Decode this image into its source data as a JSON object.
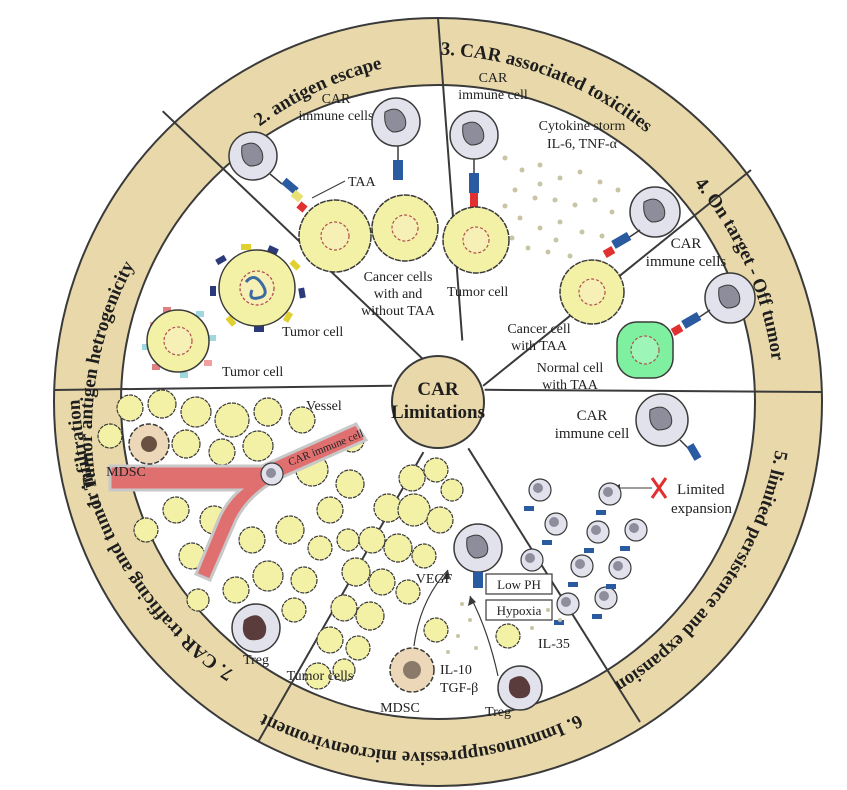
{
  "center": {
    "line1": "CAR",
    "line2": "Limitations"
  },
  "sections": [
    {
      "title": "1. Tumor antigen hetrogenicity"
    },
    {
      "title": "2. antigen escape"
    },
    {
      "title": "3. CAR associated toxicities"
    },
    {
      "title": "4. On target - Off tumor"
    },
    {
      "title": "5. limited persistence and expansion"
    },
    {
      "title": "6. Immunosuppressive microenviroment"
    },
    {
      "title": "7. CAR trafficing and tumor infiltration"
    }
  ],
  "labels": {
    "s1_tumor_cell_a": "Tumor cell",
    "s1_tumor_cell_b": "Tumor cell",
    "s2_car_line1": "CAR",
    "s2_car_line2": "immune cells",
    "s2_taa": "TAA",
    "s2_cancer_line1": "Cancer cells",
    "s2_cancer_line2": "with and",
    "s2_cancer_line3": "without TAA",
    "s3_car_line1": "CAR",
    "s3_car_line2": "immune cell",
    "s3_storm_line1": "Cytokine storm",
    "s3_storm_line2": "IL-6, TNF-α",
    "s3_tumor_cell": "Tumor cell",
    "s4_car_line1": "CAR",
    "s4_car_line2": "immune cells",
    "s4_cancer_line1": "Cancer cell",
    "s4_cancer_line2": "with TAA",
    "s4_normal_line1": "Normal cell",
    "s4_normal_line2": "with TAA",
    "s5_car_line1": "CAR",
    "s5_car_line2": "immune cell",
    "s5_limited_line1": "Limited",
    "s5_limited_line2": "expansion",
    "s6_vegf": "VEGF",
    "s6_low_ph": "Low PH",
    "s6_hypoxia": "Hypoxia",
    "s6_il35": "IL-35",
    "s6_il10": "IL-10",
    "s6_tgfb": "TGF-β",
    "s6_tumor_cells": "Tumor cells",
    "s6_mdsc": "MDSC",
    "s6_treg": "Treg",
    "s7_vessel": "Vessel",
    "s7_car_immune_cell": "CAR immune cell",
    "s7_mdsc": "MDSC",
    "s7_treg": "Treg"
  },
  "colors": {
    "ring": "#e9d9aa",
    "center": "#e9d9aa",
    "outline": "#3a3a3a",
    "tumor_fill": "#f3f1a6",
    "normal_cell": "#7ff0a0",
    "immune_outer": "#e2e2ec",
    "immune_nucleus": "#8d8d9c",
    "vessel": "#e07070",
    "receptor_red": "#e03030",
    "cytokine": "#c8c4a4",
    "mdsc_fill": "#ecd8b8",
    "treg_nucleus": "#5a3c3c"
  }
}
